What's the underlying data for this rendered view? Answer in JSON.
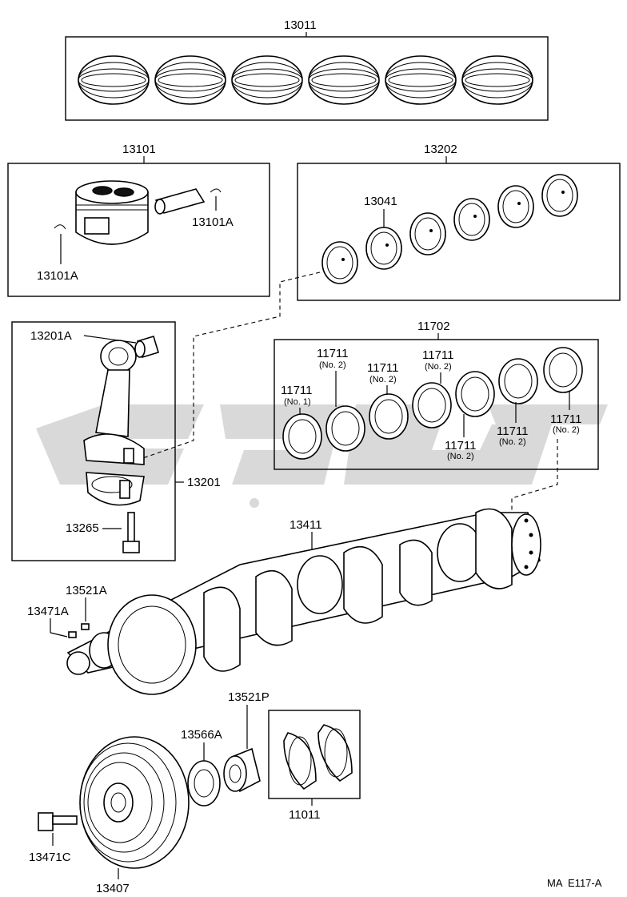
{
  "labels": {
    "piston_ring_set": "13011",
    "piston_sub_assy": "13101",
    "piston_pin_snap_ring_right": "13101A",
    "piston_pin_snap_ring_left": "13101A",
    "conrod_bearing_set": "13202",
    "conrod_bearing": "13041",
    "conrod_bushing": "13201A",
    "connecting_rod": "13201",
    "conrod_bolt": "13265",
    "main_bearing_set": "11702",
    "crankshaft": "13411",
    "crank_key_a": "13521A",
    "crank_pin_a": "13471A",
    "crank_key_p": "13521P",
    "timing_gear": "13566A",
    "thrust_washer_set": "11011",
    "pulley_bolt": "13471C",
    "crank_pulley": "13407",
    "figure_ref": "MA  E117-A"
  },
  "main_bearings": [
    {
      "num": "11711",
      "sub": "(No. 1)"
    },
    {
      "num": "11711",
      "sub": "(No. 2)"
    },
    {
      "num": "11711",
      "sub": "(No. 2)"
    },
    {
      "num": "11711",
      "sub": "(No. 2)"
    },
    {
      "num": "11711",
      "sub": "(No. 2)"
    },
    {
      "num": "11711",
      "sub": "(No. 2)"
    },
    {
      "num": "11711",
      "sub": "(No. 2)"
    }
  ]
}
